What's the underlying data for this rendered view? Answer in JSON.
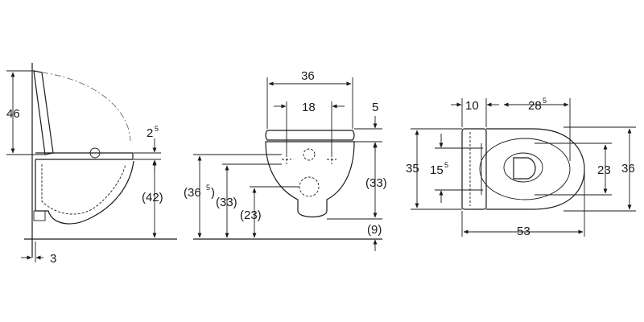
{
  "side_view": {
    "height_lid": "46",
    "seat_thickness": "2",
    "seat_thickness_sup": "5",
    "bowl_height": "(42)",
    "wall_offset": "3"
  },
  "front_view": {
    "width_total": "36",
    "hole_spacing": "18",
    "seat_offset": "5",
    "height_a": "(36",
    "height_a_sup": "5",
    "height_a_close": ")",
    "height_b": "(33)",
    "height_c": "(23)",
    "height_d": "(33)",
    "floor_gap": "(9)"
  },
  "top_view": {
    "wall_depth": "10",
    "seat_depth": "28",
    "seat_depth_sup": "5",
    "left_height": "35",
    "inner_height": "15",
    "inner_height_sup": "5",
    "bowl_inner": "23",
    "right_height": "36",
    "length": "53"
  }
}
